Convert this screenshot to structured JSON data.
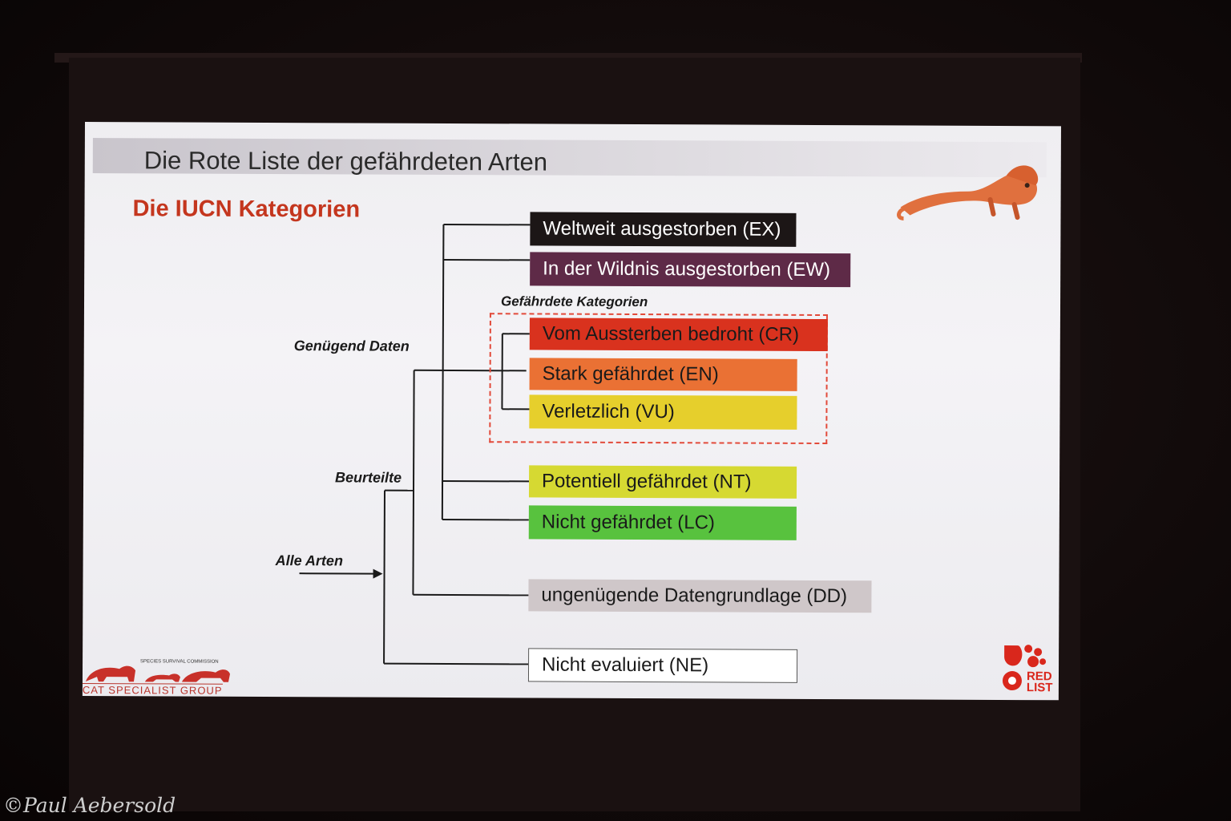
{
  "slide": {
    "title": "Die Rote Liste der gefährdeten Arten",
    "subtitle": "Die IUCN Kategorien"
  },
  "diagram": {
    "labels": {
      "enough_data": "Genügend Daten",
      "assessed": "Beurteilte",
      "all_species": "Alle Arten",
      "threatened_group": "Gefährdete Kategorien"
    },
    "categories": [
      {
        "code": "EX",
        "label": "Weltweit ausgestorben (EX)",
        "color": "#1c1616",
        "text_color": "#ffffff"
      },
      {
        "code": "EW",
        "label": "In der Wildnis ausgestorben (EW)",
        "color": "#5e2a47",
        "text_color": "#ffffff"
      },
      {
        "code": "CR",
        "label": "Vom Aussterben bedroht (CR)",
        "color": "#d9321e",
        "text_color": "#1a1a1a"
      },
      {
        "code": "EN",
        "label": "Stark gefährdet (EN)",
        "color": "#ea7134",
        "text_color": "#1a1a1a"
      },
      {
        "code": "VU",
        "label": "Verletzlich (VU)",
        "color": "#e6cf2c",
        "text_color": "#1a1a1a"
      },
      {
        "code": "NT",
        "label": "Potentiell gefährdet (NT)",
        "color": "#d6d932",
        "text_color": "#1a1a1a"
      },
      {
        "code": "LC",
        "label": "Nicht gefährdet (LC)",
        "color": "#58c23e",
        "text_color": "#1a1a1a"
      },
      {
        "code": "DD",
        "label": "ungenügende Datengrundlage (DD)",
        "color": "#cfc7c9",
        "text_color": "#1a1a1a"
      },
      {
        "code": "NE",
        "label": "Nicht evaluiert (NE)",
        "color": "#ffffff",
        "text_color": "#1a1a1a"
      }
    ]
  },
  "logos": {
    "ssc_small": "SPECIES SURVIVAL COMMISSION",
    "ssc_name": "CAT SPECIALIST GROUP",
    "red_list_line1": "RED",
    "red_list_line2": "LIST",
    "red_list_color": "#d9271c",
    "cat_icon": "cat-illustration-icon"
  },
  "watermark": "©Paul Aebersold"
}
